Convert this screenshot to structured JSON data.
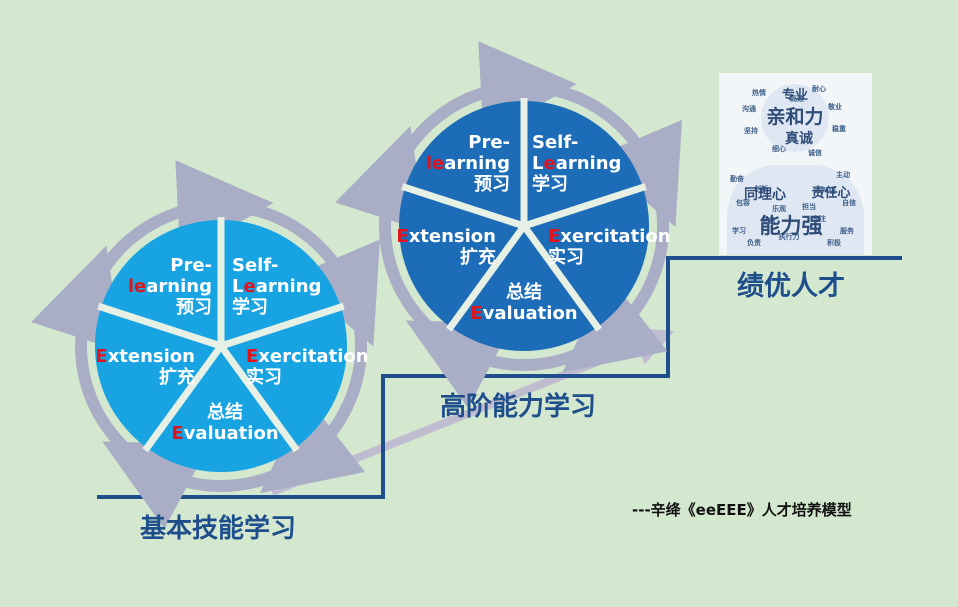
{
  "stages": {
    "basic": {
      "label": "基本技能学习"
    },
    "advanced": {
      "label": "高阶能力学习"
    },
    "outcome": {
      "label": "绩优人才"
    }
  },
  "cycle_segments": [
    {
      "key": "pre",
      "lines": [
        {
          "p": "Pre-",
          "e": "",
          "r": ""
        },
        {
          "p": "",
          "e": "le",
          "r": "arning"
        },
        {
          "p": "预习",
          "e": "",
          "r": ""
        }
      ]
    },
    {
      "key": "self",
      "lines": [
        {
          "p": "Self-",
          "e": "",
          "r": ""
        },
        {
          "p": "L",
          "e": "e",
          "r": "arning"
        },
        {
          "p": "学习",
          "e": "",
          "r": ""
        }
      ]
    },
    {
      "key": "exer",
      "lines": [
        {
          "p": "",
          "e": "E",
          "r": "xercitation"
        },
        {
          "p": "实习",
          "e": "",
          "r": ""
        }
      ]
    },
    {
      "key": "eval",
      "lines": [
        {
          "p": "总结",
          "e": "",
          "r": ""
        },
        {
          "p": "",
          "e": "E",
          "r": "valuation"
        }
      ]
    },
    {
      "key": "ext",
      "lines": [
        {
          "p": "",
          "e": "E",
          "r": "xtension"
        },
        {
          "p": "扩充",
          "e": "",
          "r": ""
        }
      ]
    }
  ],
  "wordcloud": {
    "big": [
      "专业",
      "亲和力",
      "真诚",
      "同理心",
      "责任心",
      "能力强"
    ],
    "small": [
      "热情",
      "耐心",
      "沟通",
      "敬业",
      "细心",
      "诚信",
      "勤奋",
      "主动",
      "团队",
      "专注",
      "学习",
      "服务",
      "执行力",
      "创新",
      "严谨",
      "包容",
      "自信",
      "乐观",
      "担当",
      "负责",
      "积极",
      "高效",
      "稳重",
      "坚持"
    ]
  },
  "credit": "---辛绛《eeEEE》人才培养模型",
  "colors": {
    "background": "#d3e8cf",
    "basic_fill": "#18a4e3",
    "advanced_fill": "#1c6cb8",
    "divider": "#e6f0e4",
    "ring": "#a9aec6",
    "stair": "#1f4e8c",
    "trend_arrow": "#bfbcd0",
    "highlight": "#e0141c",
    "label": "#1f4e8c",
    "wordcloud": "#3e5f8a"
  }
}
